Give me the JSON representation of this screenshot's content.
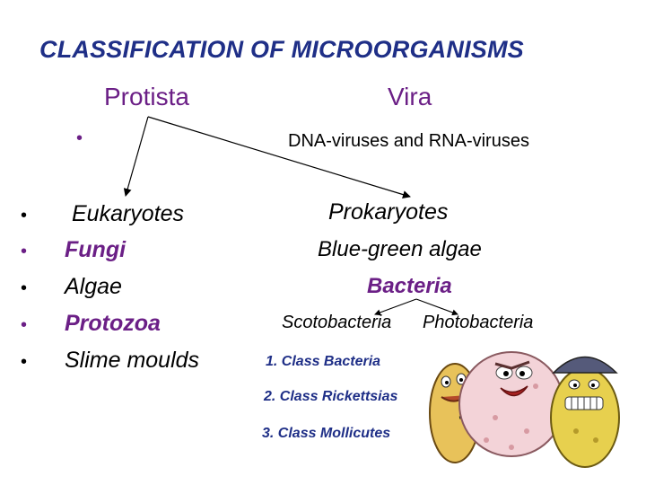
{
  "title": "CLASSIFICATION OF MICROORGANISMS",
  "protista": {
    "label": "Protista",
    "bullet": "•"
  },
  "vira": {
    "label": "Vira",
    "subtitle": "DNA-viruses and RNA-viruses"
  },
  "eukaryotes": {
    "bullet": "•",
    "items": [
      "Eukaryotes",
      "Fungi",
      "Algae",
      "Protozoa",
      "Slime moulds"
    ]
  },
  "prokaryotes": {
    "heading": "Prokaryotes",
    "blue_green": "Blue-green algae",
    "bacteria": "Bacteria",
    "sub": [
      "Scotobacteria",
      "Photobacteria"
    ],
    "classes": [
      "1. Class Bacteria",
      "2. Class Rickettsias",
      "3. Class Mollicutes"
    ]
  },
  "illustration": {
    "icon": "cartoon-bacteria-illustration"
  },
  "colors": {
    "title": "#1f2f87",
    "accent": "#6b1f86",
    "text": "#000000"
  }
}
